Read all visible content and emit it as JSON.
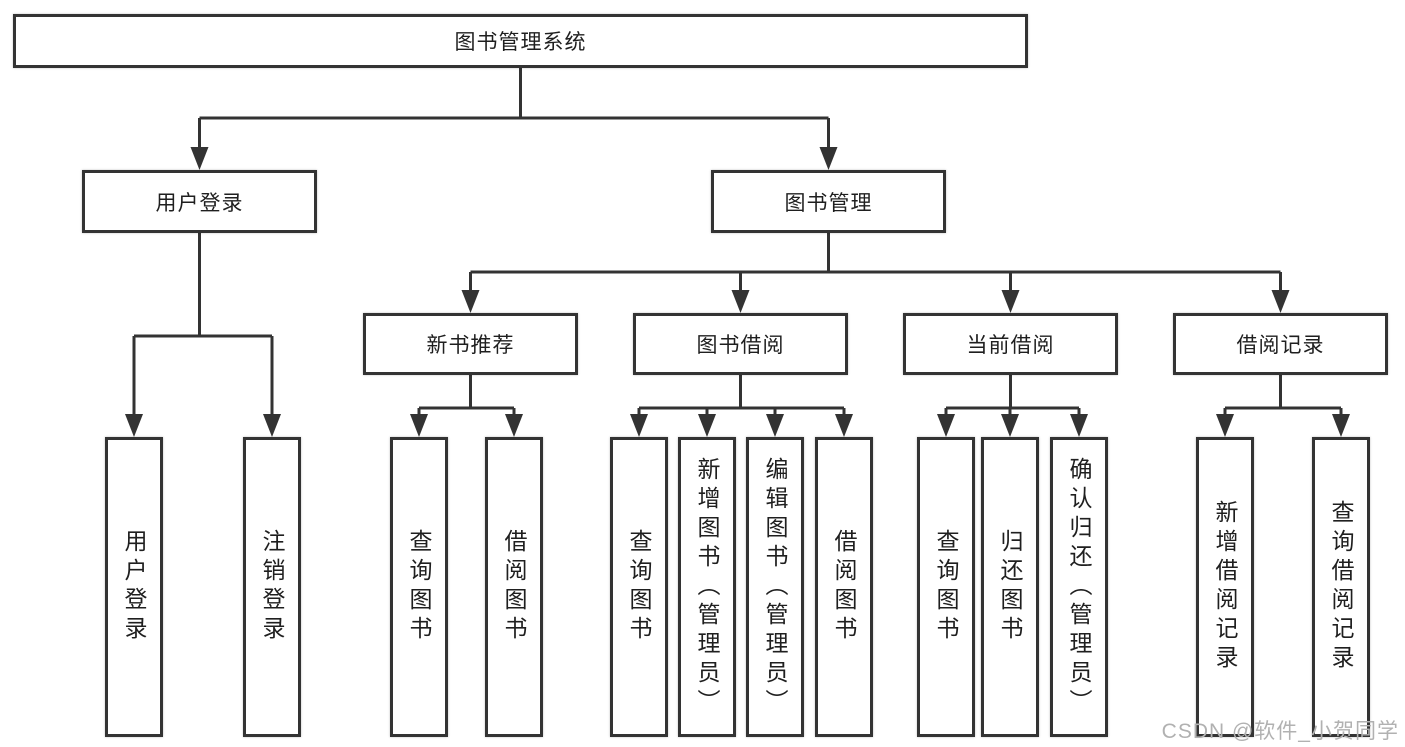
{
  "tree": {
    "label": "图书管理系统",
    "children": [
      {
        "label": "用户登录",
        "children": [
          {
            "label": "用户登录"
          },
          {
            "label": "注销登录"
          }
        ]
      },
      {
        "label": "图书管理",
        "children": [
          {
            "label": "新书推荐",
            "children": [
              {
                "label": "查询图书"
              },
              {
                "label": "借阅图书"
              }
            ]
          },
          {
            "label": "图书借阅",
            "children": [
              {
                "label": "查询图书"
              },
              {
                "label": "新增图书（管理员）"
              },
              {
                "label": "编辑图书（管理员）"
              },
              {
                "label": "借阅图书"
              }
            ]
          },
          {
            "label": "当前借阅",
            "children": [
              {
                "label": "查询图书"
              },
              {
                "label": "归还图书"
              },
              {
                "label": "确认归还（管理员）"
              }
            ]
          },
          {
            "label": "借阅记录",
            "children": [
              {
                "label": "新增借阅记录"
              },
              {
                "label": "查询借阅记录"
              }
            ]
          }
        ]
      }
    ]
  },
  "watermark": {
    "text": "CSDN @软件_小贺同学"
  },
  "colors": {
    "line": "#333333",
    "box_border": "#333333",
    "box_fill": "#ffffff",
    "text": "#1f1f1f",
    "watermark": "#b1b1b1",
    "background": "#ffffff"
  }
}
